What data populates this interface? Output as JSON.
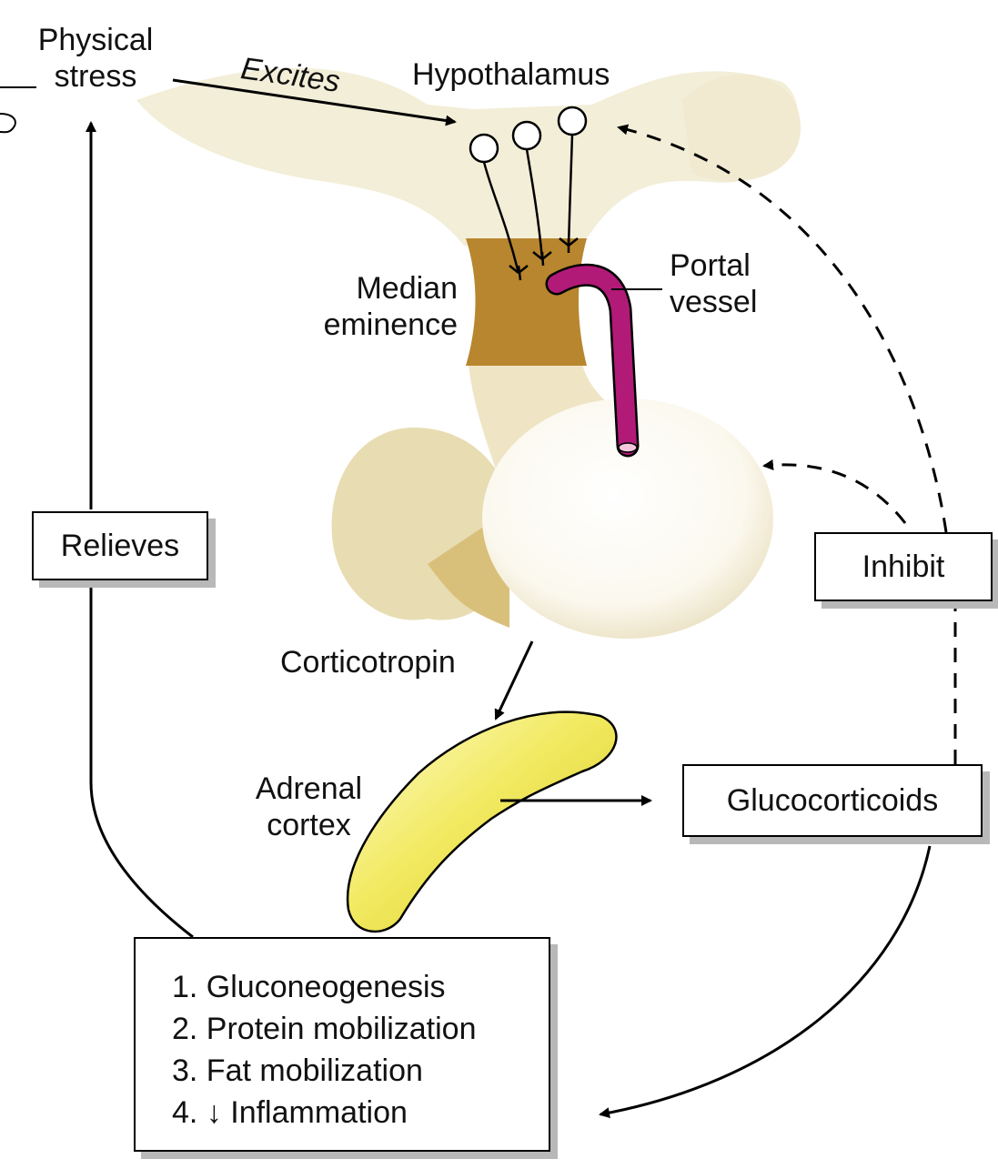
{
  "labels": {
    "physical_stress_line1": "Physical",
    "physical_stress_line2": "stress",
    "excites": "Excites",
    "hypothalamus": "Hypothalamus",
    "median_line1": "Median",
    "median_line2": "eminence",
    "portal_line1": "Portal",
    "portal_line2": "vessel",
    "corticotropin": "Corticotropin",
    "adrenal_line1": "Adrenal",
    "adrenal_line2": "cortex"
  },
  "boxes": {
    "relieves": "Relieves",
    "inhibit": "Inhibit",
    "glucocorticoids": "Glucocorticoids"
  },
  "effects": [
    "1. Gluconeogenesis",
    "2. Protein mobilization",
    "3. Fat mobilization",
    "4. ↓ Inflammation"
  ],
  "colors": {
    "tissue": "#f1ead1",
    "median_eminence": "#b8862e",
    "portal_vessel": "#b21a78",
    "adrenal": "#e9e23a"
  }
}
